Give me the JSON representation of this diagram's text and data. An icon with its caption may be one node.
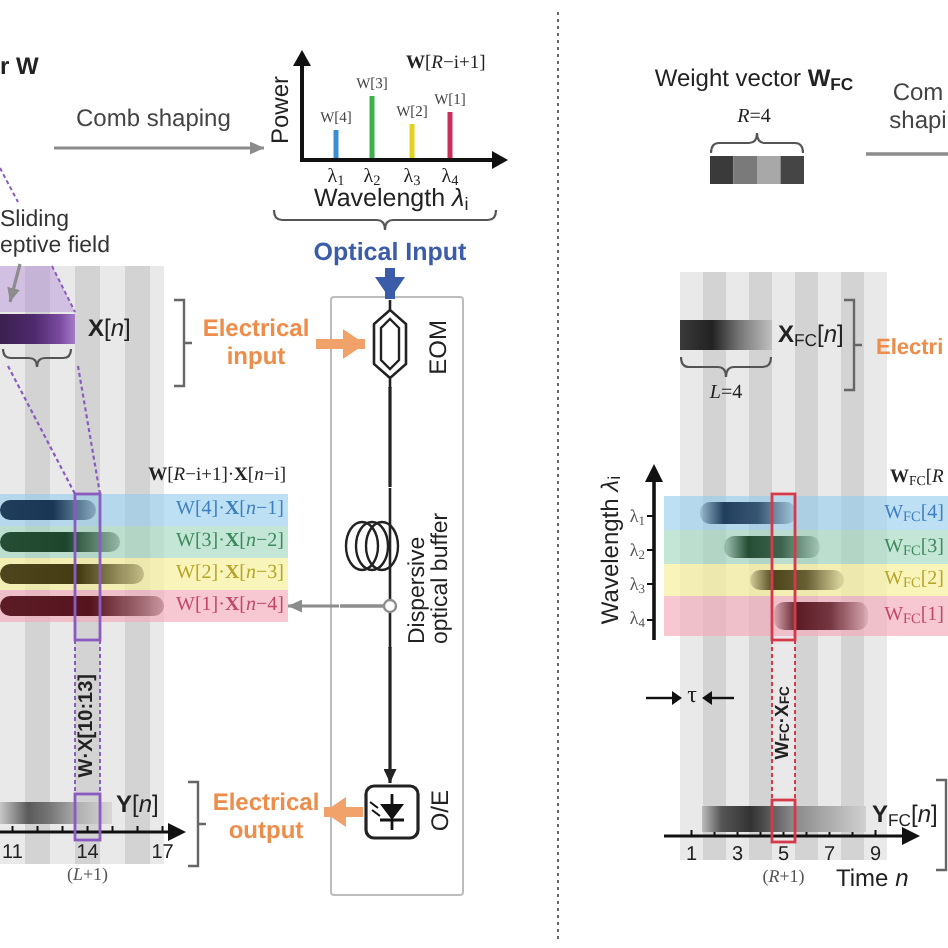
{
  "diagram": {
    "nodes": [
      {
        "text": [],
        "shape": "picture"
      },
      {
        "text": [
          "Sliding eptive field"
        ]
      },
      {
        "text": [
          "Optical Input"
        ]
      },
      {
        "text": [],
        "shape": "box"
      },
      {
        "text": [
          "EOM"
        ],
        "in": 3
      },
      {
        "text": [
          "Dispersive optical buffer"
        ],
        "in": 3
      },
      {
        "text": [
          "O/E"
        ],
        "in": 3
      },
      {
        "text": [
          "**X**[*n*]"
        ]
      },
      {
        "text": [
          "Electrical input"
        ]
      },
      {
        "text": [
          "W[4]·**X**[*n*−1]"
        ]
      },
      {
        "text": [
          "W[3]·**X**[*n*−2]"
        ]
      },
      {
        "text": [
          "W[2]·**X**[*n*−3]"
        ]
      },
      {
        "text": [
          "W[1]·**X**[*n*−4]"
        ]
      },
      {
        "text": [
          "**Y**[*n*]"
        ]
      },
      {
        "text": [
          "Electrical output"
        ]
      },
      {
        "text": [
          "Weight vector **W**$_{FC}$",
          "*R*=4"
        ]
      },
      {
        "text": [
          "**X**$_{FC}$[*n*]",
          "*L*=4"
        ]
      },
      {
        "text": [
          "W$_{FC}$[4]"
        ]
      },
      {
        "text": [
          "W$_{FC}$[3]"
        ]
      },
      {
        "text": [
          "W$_{FC}$[2]"
        ]
      },
      {
        "text": [
          "W$_{FC}$[1]"
        ]
      },
      {
        "text": [
          "**Y**$_{FC}$[*n*]"
        ]
      }
    ],
    "edges": [
      {
        "from": null,
        "to": 0,
        "arrow": "to",
        "label": "Comb shaping",
        "color": "#8c8c8c"
      },
      {
        "from": 1,
        "to": null,
        "arrow": "to",
        "color": "#8c8c8c"
      },
      {
        "from": 2,
        "to": 4,
        "arrow": "to",
        "style": "thick",
        "color": "#3b5ca8"
      },
      {
        "from": 8,
        "to": 4,
        "arrow": "to",
        "style": "thick",
        "color": "#f0a26a"
      },
      {
        "from": 4,
        "to": 5,
        "arrow": "none",
        "color": "#222222"
      },
      {
        "from": 5,
        "to": 6,
        "arrow": "to",
        "color": "#222222"
      },
      {
        "from": 6,
        "to": 14,
        "arrow": "to",
        "style": "thick",
        "color": "#f0a26a"
      },
      {
        "from": 5,
        "to": 12,
        "arrow": "to",
        "color": "#8c8c8c"
      },
      {
        "from": 7,
        "to": 9,
        "arrow": "none",
        "style": "dashed",
        "color": "#8a5cc0"
      },
      {
        "from": 7,
        "to": 9,
        "arrow": "none",
        "style": "dashed",
        "color": "#8a5cc0"
      }
    ],
    "labels": [
      "r W",
      "**W**[*R*−i+1]",
      "Power",
      "W[4]",
      "W[3]",
      "W[2]",
      "W[1]",
      "λ$_{1}$",
      "λ$_{2}$",
      "λ$_{3}$",
      "λ$_{4}$",
      "Wavelength *λ*$_{i}$",
      "**W**[*R*−i+1]·**X**[*n*−i]",
      "W·X[10:13]",
      "11",
      "14",
      "17",
      "(*L*+1)",
      "Com shapi",
      "Electri",
      "**W**$_{FC}$[*R*",
      "Wavelength *λ*$_{i}$",
      "λ$_{1}$",
      "λ$_{2}$",
      "λ$_{3}$",
      "λ$_{4}$",
      "τ",
      "W$_{FC}$·X$_{FC}$",
      "1",
      "3",
      "5",
      "7",
      "9",
      "(*R*+1)",
      "Time *n*"
    ]
  }
}
